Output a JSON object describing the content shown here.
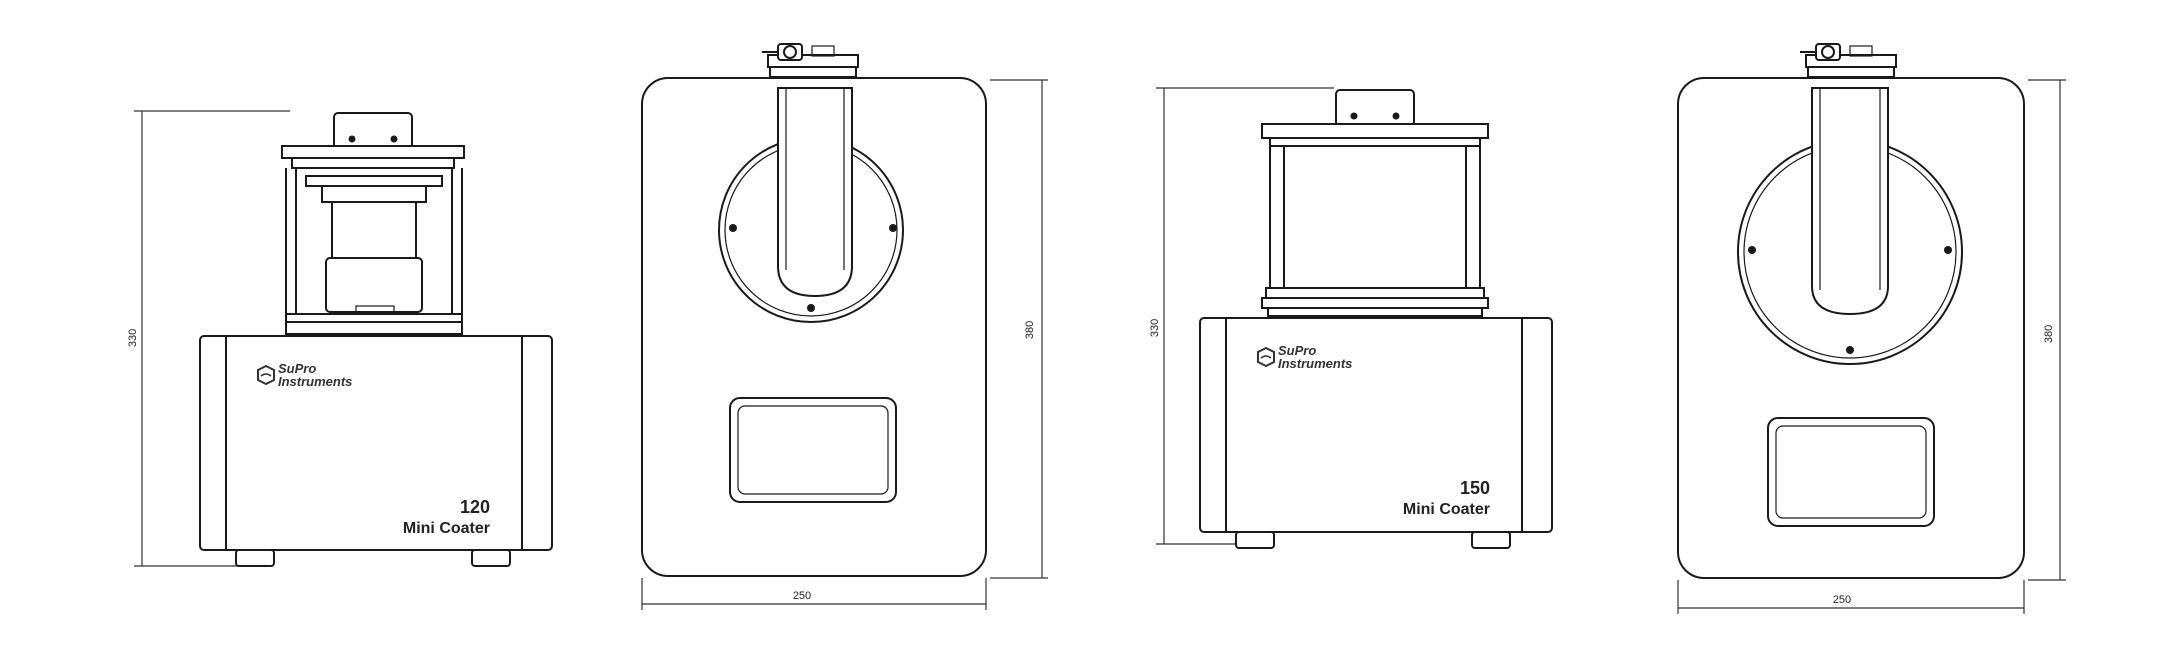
{
  "views": [
    {
      "id": "coater-120-front",
      "brand_line1": "SuPro",
      "brand_line2": "Instruments",
      "model_number": "120",
      "model_name": "Mini Coater",
      "height_dimension": "330"
    },
    {
      "id": "coater-120-side",
      "height_dimension": "380",
      "width_dimension": "250"
    },
    {
      "id": "coater-150-front",
      "brand_line1": "SuPro",
      "brand_line2": "Instruments",
      "model_number": "150",
      "model_name": "Mini Coater",
      "height_dimension": "330"
    },
    {
      "id": "coater-150-side",
      "height_dimension": "380",
      "width_dimension": "250"
    }
  ]
}
